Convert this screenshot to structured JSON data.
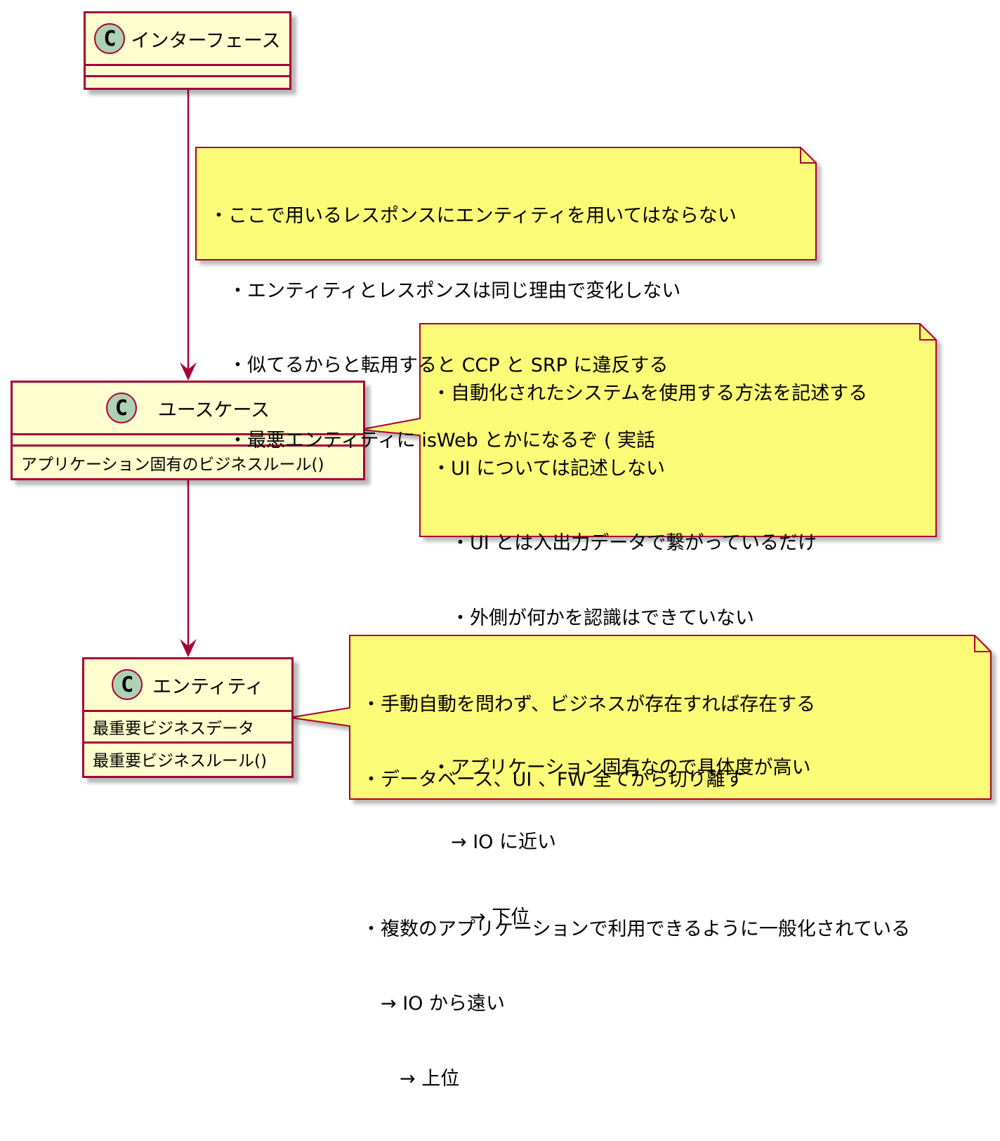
{
  "classes": {
    "interface": {
      "badge": "C",
      "name": "インターフェース"
    },
    "usecase": {
      "badge": "C",
      "name": "ユースケース",
      "method": "アプリケーション固有のビジネスルール()"
    },
    "entity": {
      "badge": "C",
      "name": "エンティティ",
      "field": "最重要ビジネスデータ",
      "method": "最重要ビジネスルール()"
    }
  },
  "notes": {
    "interface_note": {
      "lines": [
        "・ここで用いるレスポンスにエンティティを用いてはならない",
        "　・エンティティとレスポンスは同じ理由で変化しない",
        "　・似てるからと転用すると CCP と SRP に違反する",
        "　・最悪エンティティに isWeb とかになるぞ ( 実話"
      ]
    },
    "usecase_note": {
      "lines": [
        "・自動化されたシステムを使用する方法を記述する",
        "・UI については記述しない",
        "　・UI とは入出力データで繋がっているだけ",
        "　・外側が何かを認識はできていない",
        "",
        "・アプリケーション固有なので具体度が高い",
        "　→ IO に近い",
        "　　→ 下位"
      ]
    },
    "entity_note": {
      "lines": [
        "・手動自動を問わず、ビジネスが存在すれば存在する",
        "・データベース、UI 、FW 全てから切り離す",
        "",
        "・複数のアプリケーションで利用できるように一般化されている",
        "　→ IO から遠い",
        "　　→ 上位"
      ]
    }
  },
  "colors": {
    "class_fill": "#fefece",
    "border": "#a80036",
    "badge_fill": "#add1b2",
    "note_fill": "#fbfb77",
    "arrow": "#a80036"
  }
}
